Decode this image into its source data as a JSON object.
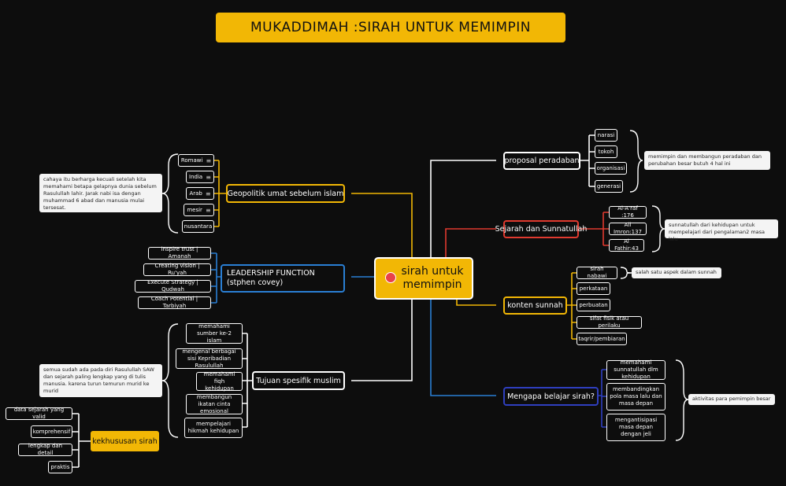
{
  "title": "MUKADDIMAH :SIRAH UNTUK MEMIMPIN",
  "central": "sirah untuk memimpin",
  "geo": {
    "label": "Geopolitik umat sebelum islam",
    "items": [
      "Romawi",
      "India",
      "Arab",
      "mesir",
      "nusantara"
    ],
    "note": "cahaya itu berharga kecuali setelah kita memahami betapa gelapnya dunia sebelum Rasulullah lahir. Jarak nabi isa dengan muhammad 6 abad dan manusia mulai tersesat."
  },
  "leadership": {
    "label": "LEADERSHIP FUNCTION (stphen covey)",
    "items": [
      "inspire trust | Amanah",
      "Creating vision | Ru'yah",
      "Execute Strategy | Qudwah",
      "Coach Potential | Tarbiyah"
    ]
  },
  "tujuan": {
    "label": "Tujuan spesifik muslim",
    "items": [
      "memahami sumber ke-2 islam",
      "mengenal berbagai sisi Kepribadian Rasulullah",
      "memahami fiqh kehidupan",
      "membangun ikatan cinta emosional",
      "mempelajari hikmah kehidupan"
    ],
    "note": "semua sudah ada pada diri Rasulullah SAW dan sejarah paling lengkap yang di tulis manusia. karena turun temurun murid ke murid"
  },
  "kekhususan": {
    "label": "kekhususan sirah",
    "items": [
      "data sejarah yang valid",
      "komprehensif",
      "lengkap dan detail",
      "praktis"
    ]
  },
  "proposal": {
    "label": "proposal peradaban",
    "items": [
      "narasi",
      "tokoh",
      "organisasi",
      "generasi"
    ],
    "note": "memimpin dan membangun peradaban dan perubahan besar butuh 4 hal ini"
  },
  "sejarah": {
    "label": "Sejarah dan Sunnatullah",
    "items": [
      "Al-A'raf :176",
      "Ali Imron:137",
      "Al Fathir:43"
    ],
    "note": "sunnatullah dari kehidupan untuk mempelajari dari pengalaman2 masa lalu"
  },
  "konten": {
    "label": "konten sunnah",
    "items": [
      "sirah nabawi",
      "perkataan",
      "perbuatan",
      "sifat fisik atau perilaku",
      "taqrir/pembiaran"
    ],
    "note": "salah satu aspek dalam sunnah"
  },
  "mengapa": {
    "label": "Mengapa belajar sirah?",
    "items": [
      "memahami sunnatullah dlm kehidupan",
      "membandingkan pola masa lalu dan masa depan",
      "mengantisipasi masa depan dengan jeli"
    ],
    "note": "aktivitas para pemimpin besar"
  },
  "colors": {
    "yellow": "#f2b705",
    "white": "#ffffff",
    "red": "#e03a2f",
    "blue": "#2a7fd4",
    "navy": "#2f3fbf",
    "background": "#0d0d0d"
  },
  "icons": {
    "notes_icon": "≡"
  }
}
